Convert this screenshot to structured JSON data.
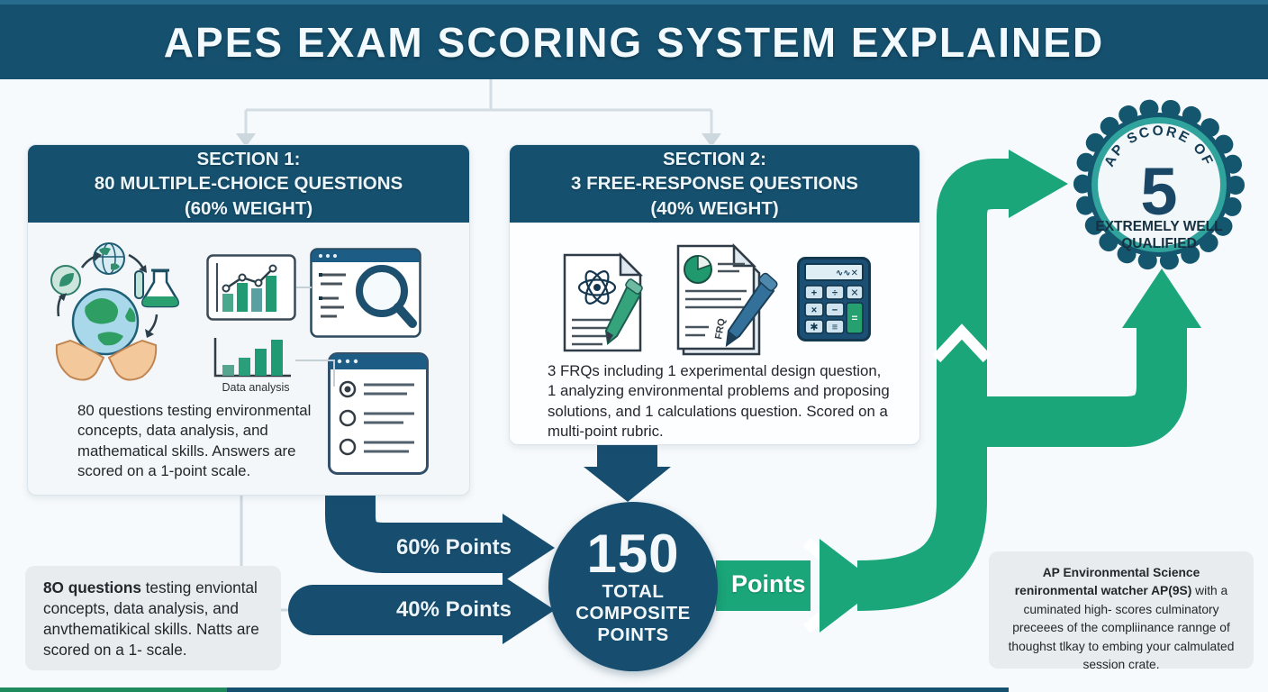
{
  "header": {
    "title": "APES EXAM SCORING SYSTEM EXPLAINED"
  },
  "section1": {
    "title_line1": "SECTION 1:",
    "title_line2": "80 MULTIPLE-CHOICE QUESTIONS",
    "title_line3": "(60% WEIGHT)",
    "caption_data_analysis": "Data analysis",
    "description": "80 questions testing environmental concepts, data analysis, and mathematical skills. Answers are scored on a 1-point scale."
  },
  "section2": {
    "title_line1": "SECTION 2:",
    "title_line2": "3 FREE-RESPONSE QUESTIONS",
    "title_line3": "(40% WEIGHT)",
    "description": "3 FRQs including 1 experimental design question, 1 analyzing environmental problems and proposing solutions, and 1 calculations question. Scored on a multi-point rubric.",
    "doc_label": "FRQ",
    "calc_display": "∿∿✕",
    "calc_keys": [
      "+",
      "÷",
      "✕",
      "×",
      "−",
      "✱",
      "≡",
      "="
    ]
  },
  "flow": {
    "arrow_60_label": "60% Points",
    "arrow_40_label": "40% Points",
    "points_label": "Points"
  },
  "composite": {
    "value": "150",
    "line1": "TOTAL",
    "line2": "COMPOSITE",
    "line3": "POINTS"
  },
  "badge": {
    "top_text": "AP SCORE OF",
    "score": "5",
    "qualified_line1": "EXTREMELY WELL",
    "qualified_line2": "QUALIFIED"
  },
  "note_left": {
    "lead": "8O questions",
    "rest": " testing enviontal concepts, data analysis, and anvthematikical skills. Natts are scored on a 1- scale."
  },
  "note_right": {
    "lead1": "AP Environmental Science",
    "lead2": "renironmental watcher AP(9S)",
    "rest": " with a cuminated high- scores culminatory preceees of the compliinance rannge of thoughst tlkay to embing your calmulated session crate."
  },
  "colors": {
    "navy": "#15506e",
    "arrow_navy": "#174e70",
    "green": "#1aa678",
    "badge_teal": "#2fa39c",
    "connector_gray": "#d3dde3"
  }
}
